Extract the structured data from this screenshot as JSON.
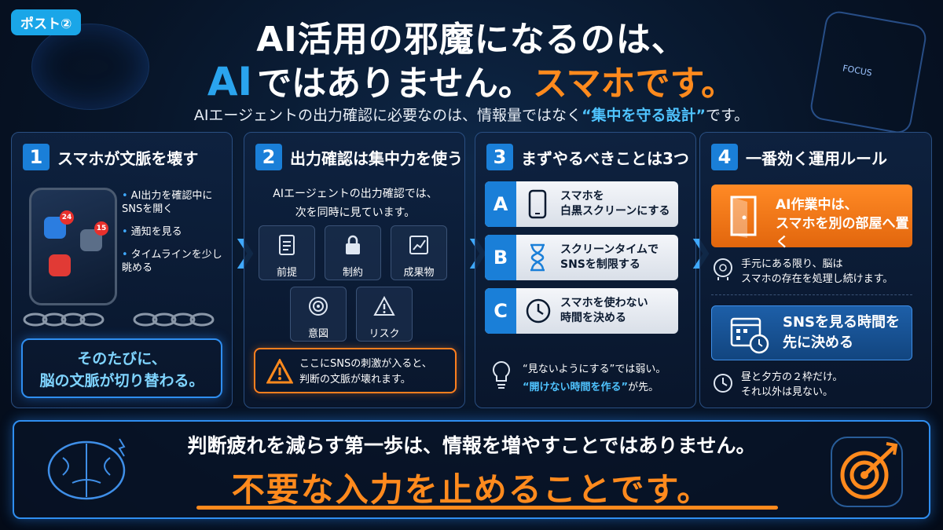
{
  "badge": "ポスト②",
  "header": {
    "title_line1": "AI活用の邪魔になるのは、",
    "title_ai": "AI",
    "title_line2_mid": "ではありません。",
    "title_line2_orange": "スマホです。",
    "subtitle_pre": "AIエージェントの出力確認に必要なのは、情報量ではなく",
    "subtitle_hl": "“集中を守る設計”",
    "subtitle_post": "です。",
    "phone_deco_text": "FOCUS"
  },
  "cards": [
    {
      "num": "1",
      "title": "スマホが文脈を壊す",
      "bullets": [
        "AI出力を確認中にSNSを開く",
        "通知を見る",
        "タイムラインを少し眺める"
      ],
      "badges": [
        "24",
        "15"
      ],
      "highlight_line1": "そのたびに、",
      "highlight_line2": "脳の文脈が切り替わる。"
    },
    {
      "num": "2",
      "title": "出力確認は集中力を使う",
      "intro_line1": "AIエージェントの出力確認では、",
      "intro_line2": "次を同時に見ています。",
      "tiles": [
        "前提",
        "制約",
        "成果物",
        "意図",
        "リスク"
      ],
      "warning_line1": "ここにSNSの刺激が入ると、",
      "warning_line2": "判断の文脈が壊れます。"
    },
    {
      "num": "3",
      "title": "まずやるべきことは3つ",
      "options": [
        {
          "letter": "A",
          "line1": "スマホを",
          "line2": "白黒スクリーンにする"
        },
        {
          "letter": "B",
          "line1": "スクリーンタイムで",
          "line2": "SNSを制限する"
        },
        {
          "letter": "C",
          "line1": "スマホを使わない",
          "line2": "時間を決める"
        }
      ],
      "tip_line1": "“見ないようにする”では弱い。",
      "tip_line2_hl": "“開けない時間を作る”",
      "tip_line2_post": "が先。"
    },
    {
      "num": "4",
      "title": "一番効く運用ルール",
      "rule1_line1": "AI作業中は、",
      "rule1_line2": "スマホを別の部屋へ置く",
      "note1_line1": "手元にある限り、脳は",
      "note1_line2": "スマホの存在を処理し続けます。",
      "rule2_line1": "SNSを見る時間を",
      "rule2_line2": "先に決める",
      "note2_line1": "昼と夕方の２枠だけ。",
      "note2_line2": "それ以外は見ない。"
    }
  ],
  "footer": {
    "line1": "判断疲れを減らす第一歩は、情報を増やすことではありません。",
    "line2": "不要な入力を止めることです。"
  },
  "colors": {
    "accent_blue": "#1a7fd8",
    "accent_orange": "#ff8a1d",
    "bg": "#071427"
  }
}
